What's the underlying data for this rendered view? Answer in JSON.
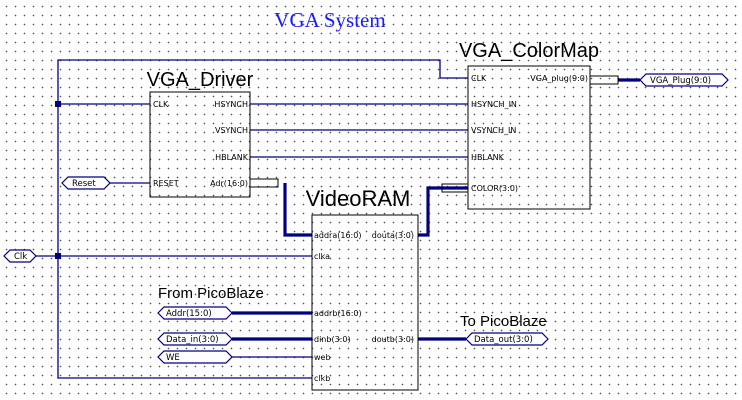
{
  "title": "VGA System",
  "blocks": {
    "driver": {
      "name": "VGA_Driver",
      "pins": {
        "clk": "CLK",
        "reset": "RESET",
        "hsynch": "HSYNCH",
        "vsynch": "VSYNCH",
        "hblank": "HBLANK",
        "adr": "Adr(16:0)"
      }
    },
    "colormap": {
      "name": "VGA_ColorMap",
      "pins": {
        "clk": "CLK",
        "hsynch_in": "HSYNCH_IN",
        "vsynch_in": "VSYNCH_IN",
        "hblank": "HBLANK",
        "color": "COLOR(3:0)",
        "vga_plug": "VGA_plug(9:0)"
      }
    },
    "videoram": {
      "name": "VideoRAM",
      "pins": {
        "addra": "addra(16:0)",
        "douta": "douta(3:0)",
        "clka": "clka",
        "addrb": "addrb(16:0)",
        "dinb": "dinb(3:0)",
        "doutb": "doutb(3:0)",
        "web": "web",
        "clkb": "clkb"
      }
    }
  },
  "ports": {
    "reset": "Reset",
    "clk": "Clk",
    "addr": "Addr(15:0)",
    "data_in": "Data_in(3:0)",
    "we": "WE",
    "data_out": "Data_out(3:0)",
    "vga_plug": "VGA_Plug(9:0)"
  },
  "annotations": {
    "from_picoblaze": "From PicoBlaze",
    "to_picoblaze": "To PicoBlaze"
  },
  "colors": {
    "title": "#1a1aff",
    "line": "#000080",
    "ink": "#000000"
  }
}
